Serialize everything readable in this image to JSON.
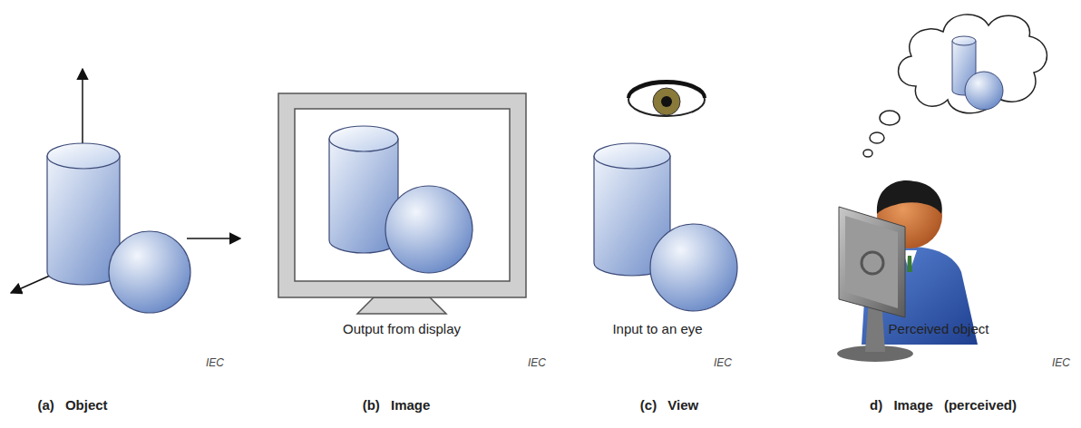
{
  "diagram": {
    "labels": [
      "IEC",
      "(a) Object",
      "Output from display",
      "IEC",
      "(b) Image",
      "Input to an eye",
      "IEC",
      "(c) View",
      "Perceived object",
      "IEC",
      "d) Image (perceived)"
    ]
  }
}
